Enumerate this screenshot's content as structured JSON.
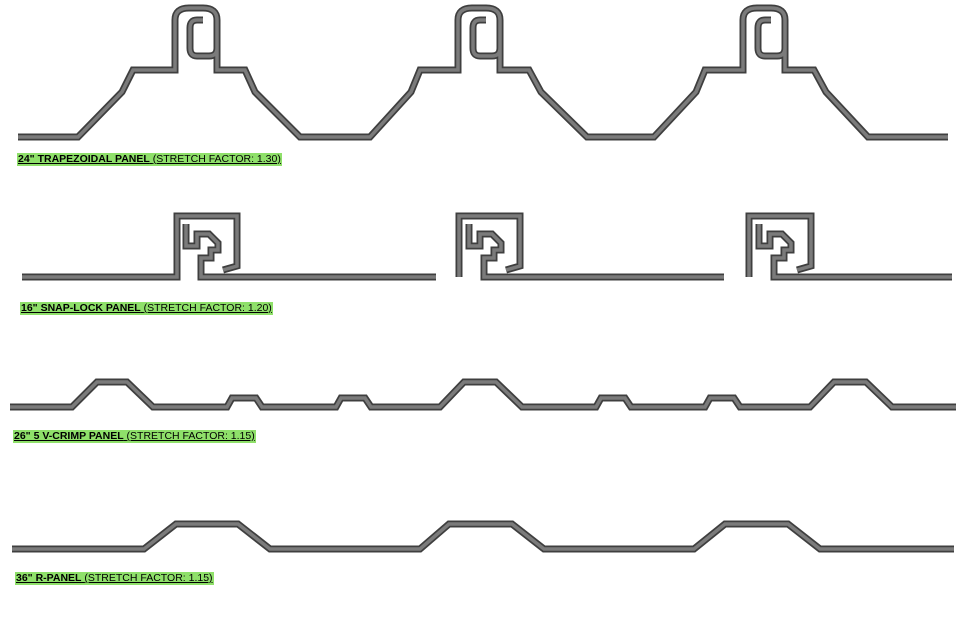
{
  "colors": {
    "profile_outer": "#3f3f3f",
    "profile_fill": "#7b7b7b",
    "caption_highlight": "#8fe06a",
    "background": "#ffffff"
  },
  "panels": [
    {
      "name": "24\" TRAPEZOIDAL PANEL",
      "factor": "(STRETCH FACTOR: 1.30)",
      "icon": "trapezoidal-rib-profile"
    },
    {
      "name": "16\" SNAP-LOCK PANEL",
      "factor": "(STRETCH FACTOR: 1.20)",
      "icon": "snap-lock-seam-profile"
    },
    {
      "name": "26\" 5 V-CRIMP PANEL",
      "factor": "(STRETCH FACTOR: 1.15)",
      "icon": "v-crimp-profile"
    },
    {
      "name": "36\" R-PANEL",
      "factor": "(STRETCH FACTOR: 1.15)",
      "icon": "r-panel-profile"
    }
  ]
}
